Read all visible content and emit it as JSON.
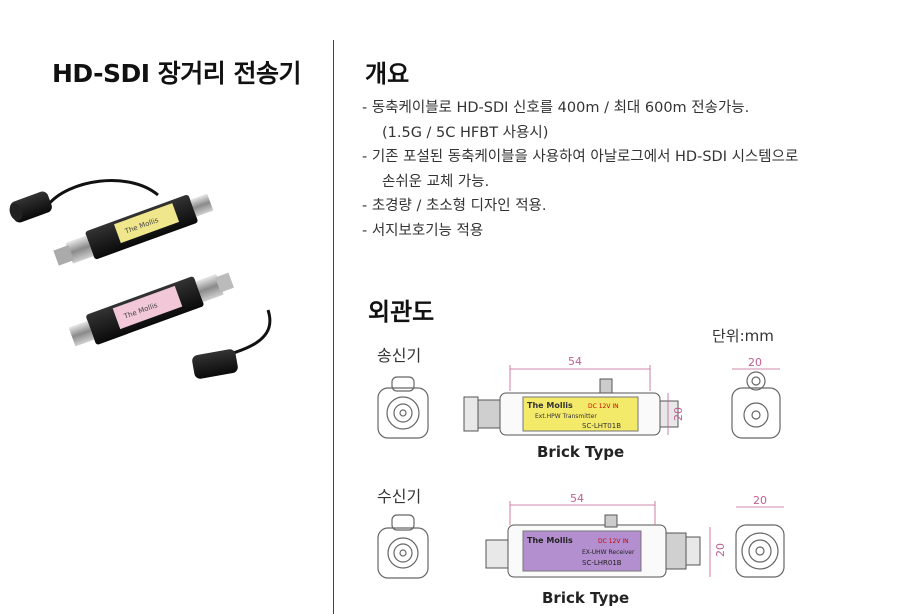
{
  "title": "HD-SDI 장거리 전송기",
  "overview": {
    "heading": "개요",
    "items": [
      "- 동축케이블로 HD-SDI 신호를 400m / 최대 600m 전송가능.",
      "(1.5G / 5C HFBT 사용시)",
      "- 기존 포설된 동축케이블을 사용하여 아날로그에서 HD-SDI 시스템으로",
      "손쉬운 교체 가능.",
      "- 초경량 / 초소형 디자인 적용.",
      "- 서지보호기능 적용"
    ]
  },
  "exterior": {
    "heading": "외관도",
    "unit": "단위:mm",
    "transmitter": {
      "label": "송신기",
      "brand": "The Mollis",
      "model": "SC-LHT01B",
      "subtitle": "Ext.HPW Transmitter",
      "dc": "DC 12V IN",
      "type": "Brick Type",
      "length": "54",
      "height": "20",
      "width": "20",
      "body_color": "#f4ea6a"
    },
    "receiver": {
      "label": "수신기",
      "brand": "The Mollis",
      "model": "SC-LHR01B",
      "subtitle": "EX-UHW Receiver",
      "dc": "DC 12V IN",
      "type": "Brick Type",
      "length": "54",
      "height": "20",
      "width": "20",
      "body_color": "#b48fcf"
    }
  },
  "photo": {
    "transmitter_label": "The Mollis",
    "receiver_label": "The Mollis"
  }
}
